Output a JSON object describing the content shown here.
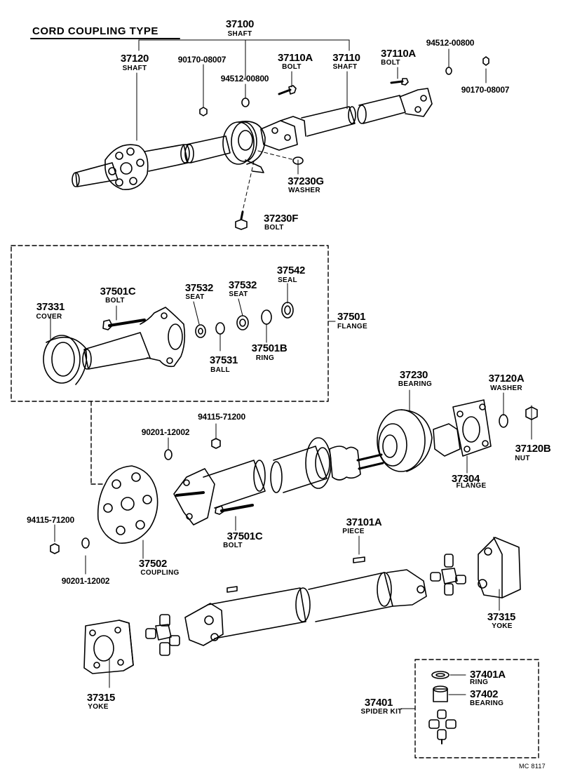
{
  "title": "CORD COUPLING TYPE",
  "drawing_code": "MC 8117",
  "parts": {
    "p37100": {
      "num": "37100",
      "name": "SHAFT"
    },
    "p37120": {
      "num": "37120",
      "name": "SHAFT"
    },
    "p90170_a": {
      "num": "90170-08007"
    },
    "p94512_a": {
      "num": "94512-00800"
    },
    "p37110A_a": {
      "num": "37110A",
      "name": "BOLT"
    },
    "p37110": {
      "num": "37110",
      "name": "SHAFT"
    },
    "p37110A_b": {
      "num": "37110A",
      "name": "BOLT"
    },
    "p94512_b": {
      "num": "94512-00800"
    },
    "p90170_b": {
      "num": "90170-08007"
    },
    "p37230G": {
      "num": "37230G",
      "name": "WASHER"
    },
    "p37230F": {
      "num": "37230F",
      "name": "BOLT"
    },
    "p37542": {
      "num": "37542",
      "name": "SEAL"
    },
    "p37501C_a": {
      "num": "37501C",
      "name": "BOLT"
    },
    "p37532_a": {
      "num": "37532",
      "name": "SEAT"
    },
    "p37532_b": {
      "num": "37532",
      "name": "SEAT"
    },
    "p37331": {
      "num": "37331",
      "name": "COVER"
    },
    "p37501": {
      "num": "37501",
      "name": "FLANGE"
    },
    "p37501B": {
      "num": "37501B",
      "name": "RING"
    },
    "p37531": {
      "num": "37531",
      "name": "BALL"
    },
    "p37230": {
      "num": "37230",
      "name": "BEARING"
    },
    "p37120A": {
      "num": "37120A",
      "name": "WASHER"
    },
    "p94115_a": {
      "num": "94115-71200"
    },
    "p90201_a": {
      "num": "90201-12002"
    },
    "p37120B": {
      "num": "37120B",
      "name": "NUT"
    },
    "p37304": {
      "num": "37304",
      "name": "FLANGE"
    },
    "p94115_b": {
      "num": "94115-71200"
    },
    "p37501C_b": {
      "num": "37501C",
      "name": "BOLT"
    },
    "p37101A": {
      "num": "37101A",
      "name": "PIECE"
    },
    "p37502": {
      "num": "37502",
      "name": "COUPLING"
    },
    "p90201_b": {
      "num": "90201-12002"
    },
    "p37315_a": {
      "num": "37315",
      "name": "YOKE"
    },
    "p37315_b": {
      "num": "37315",
      "name": "YOKE"
    },
    "p37401A": {
      "num": "37401A",
      "name": "RING"
    },
    "p37402": {
      "num": "37402",
      "name": "BEARING"
    },
    "p37401": {
      "num": "37401",
      "name": "SPIDER KIT"
    }
  }
}
